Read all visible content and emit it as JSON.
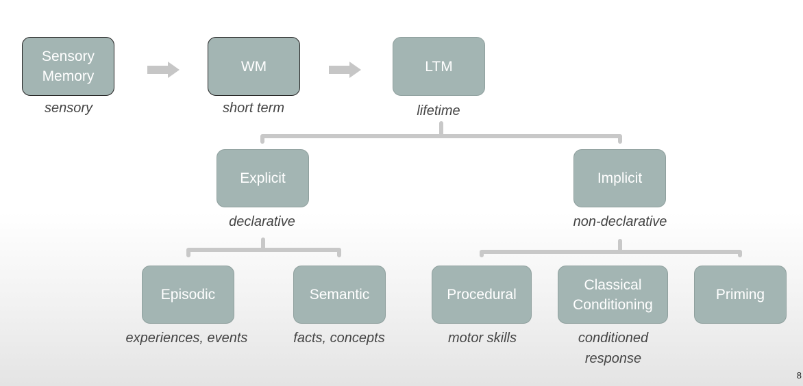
{
  "nodes": {
    "sensory": {
      "label": "Sensory\nMemory",
      "caption": "sensory"
    },
    "wm": {
      "label": "WM",
      "caption": "short term"
    },
    "ltm": {
      "label": "LTM",
      "caption": "lifetime"
    },
    "explicit": {
      "label": "Explicit",
      "caption": "declarative"
    },
    "implicit": {
      "label": "Implicit",
      "caption": "non-declarative"
    },
    "episodic": {
      "label": "Episodic",
      "caption": "experiences, events"
    },
    "semantic": {
      "label": "Semantic",
      "caption": "facts, concepts"
    },
    "procedural": {
      "label": "Procedural",
      "caption": "motor skills"
    },
    "classical": {
      "label": "Classical\nConditioning",
      "caption": "conditioned\nresponse"
    },
    "priming": {
      "label": "Priming",
      "caption": ""
    }
  },
  "colors": {
    "box": "#a3b5b3",
    "connector": "#c8c8c8",
    "caption": "#444444"
  },
  "page_number": "8"
}
